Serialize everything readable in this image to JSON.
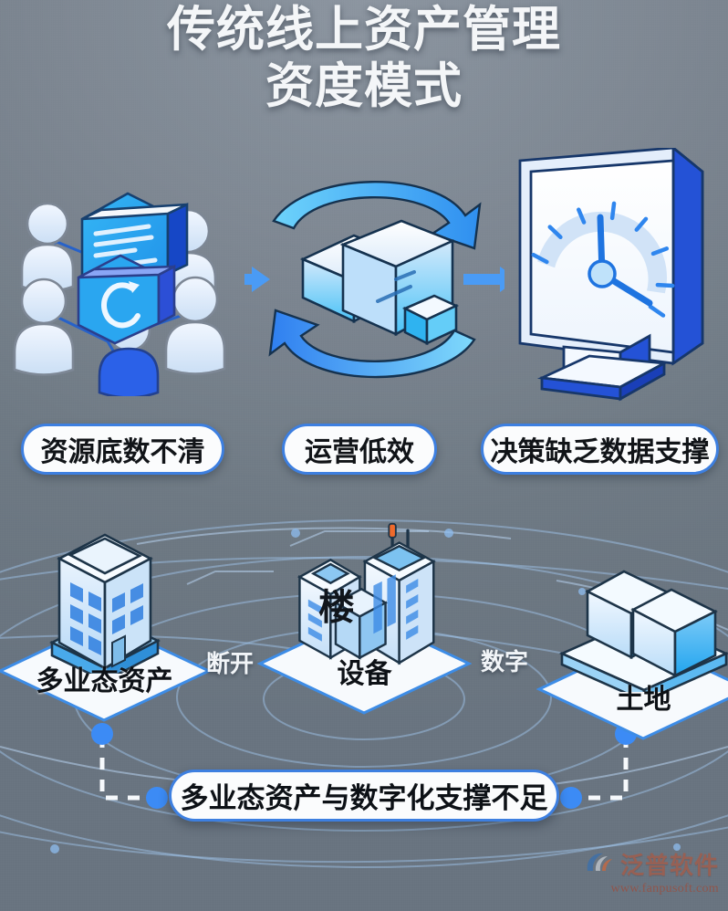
{
  "page": {
    "title_line1": "传统线上资产管理",
    "title_line2": "资度模式",
    "background_color": "#6f7a86",
    "accent_color": "#3d7fe0",
    "arrow_color": "#4a9bf5"
  },
  "top_illustrations": [
    {
      "name": "团队协作网络",
      "icon": "people-network-icon"
    },
    {
      "name": "资产流转循环",
      "icon": "boxes-cycle-icon"
    },
    {
      "name": "数据仪表监控",
      "icon": "monitor-gauge-icon"
    }
  ],
  "pain_points": [
    {
      "label": "资源底数不清"
    },
    {
      "label": "运营低效"
    },
    {
      "label": "决策缺乏数据支撑"
    }
  ],
  "asset_nodes": [
    {
      "label": "多业态资产",
      "icon": "office-building-icon"
    },
    {
      "label": "设备",
      "icon": "city-buildings-icon",
      "glyph": "楼"
    },
    {
      "label": "土地",
      "icon": "land-blocks-icon"
    }
  ],
  "connector_words": [
    "断开",
    "数字"
  ],
  "banner": {
    "label": "多业态资产与数字化支撑不足"
  },
  "watermark": {
    "name": "泛普软件",
    "url": "www.fanpusoft.com"
  }
}
